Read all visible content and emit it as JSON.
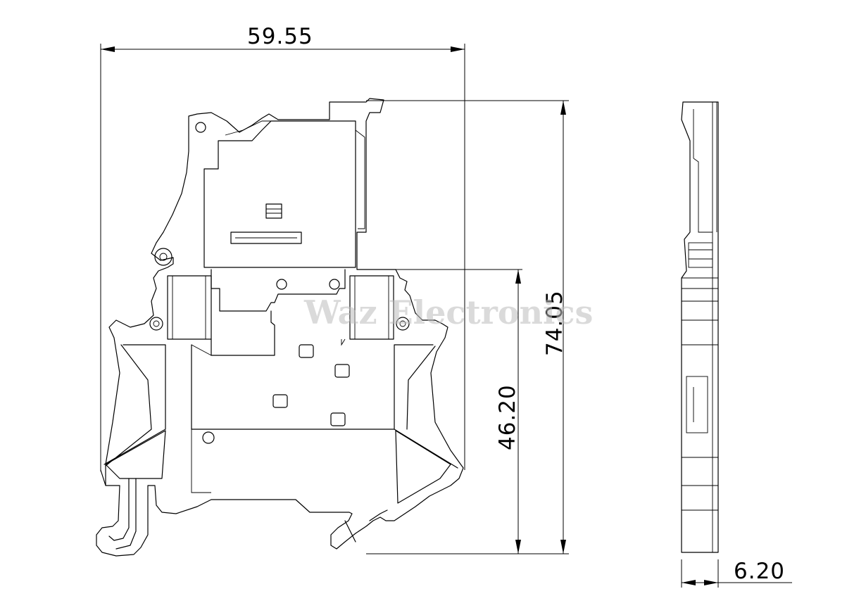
{
  "dimensions": {
    "overall_width": "59.55",
    "overall_height": "74.05",
    "rail_height": "46.20",
    "side_thickness": "6.20"
  },
  "watermark": "Waz Electronics"
}
